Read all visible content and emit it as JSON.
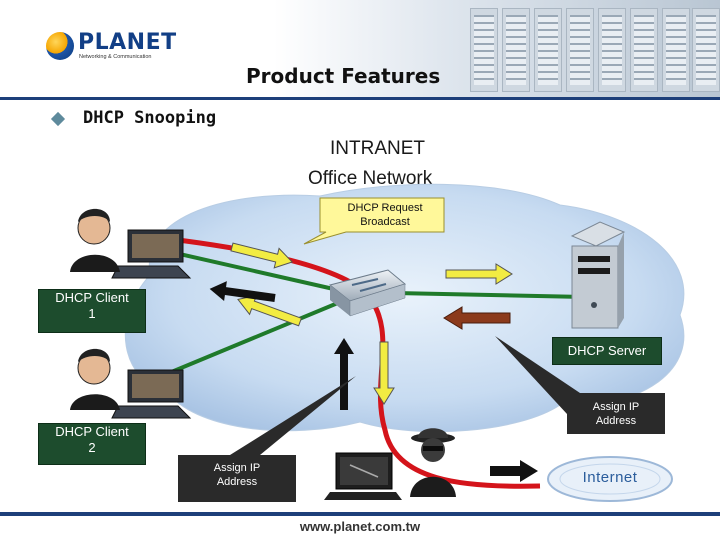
{
  "header": {
    "logo_name": "PLANET",
    "logo_tagline": "Networking & Communication",
    "title": "Product Features"
  },
  "section": {
    "heading": "DHCP Snooping"
  },
  "network": {
    "intranet_label": "INTRANET",
    "office_label": "Office Network",
    "client1": {
      "line1": "DHCP Client",
      "line2": "1"
    },
    "client2": {
      "line1": "DHCP Client",
      "line2": "2"
    },
    "server_label": "DHCP Server",
    "internet_label": "Internet",
    "request_callout": {
      "line1": "DHCP Request",
      "line2": "Broadcast"
    },
    "assign_callout_right": {
      "line1": "Assign IP",
      "line2": "Address"
    },
    "assign_callout_left": {
      "line1": "Assign IP",
      "line2": "Address"
    }
  },
  "colors": {
    "label_box": "#1d4c2d",
    "callout_fill": "#2a2a2a",
    "request_callout_fill": "#fff89a",
    "rogue_path": "#d4141b",
    "client_link": "#1f7a2a",
    "arrow_yellow": "#f2ec42",
    "arrow_brown": "#8b3a1c",
    "cloud": "#cfe0f4",
    "brand_blue": "#1d3f7a"
  },
  "footer": {
    "url": "www.planet.com.tw"
  }
}
